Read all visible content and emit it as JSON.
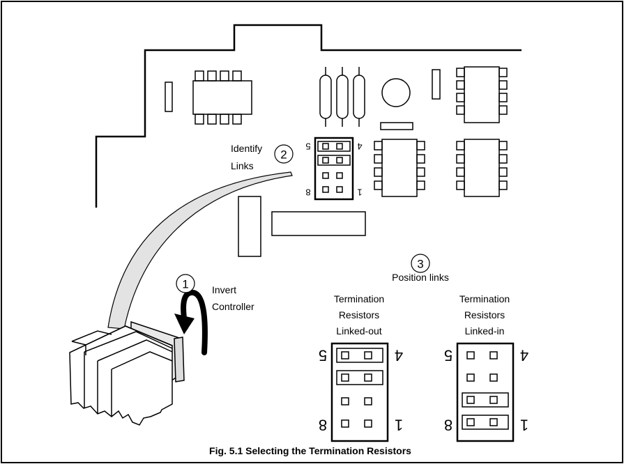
{
  "figure": {
    "caption": "Fig. 5.1 Selecting the Termination Resistors"
  },
  "steps": [
    {
      "number": "1",
      "label_lines": [
        "Invert",
        "Controller"
      ]
    },
    {
      "number": "2",
      "label_lines": [
        "Identify",
        "Links"
      ]
    },
    {
      "number": "3",
      "label_lines": [
        "Position links"
      ]
    }
  ],
  "board_link": {
    "pin_top_left": "5",
    "pin_top_right": "4",
    "pin_bottom_left": "8",
    "pin_bottom_right": "1"
  },
  "options": [
    {
      "label_lines": [
        "Termination",
        "Resistors",
        "Linked-out"
      ],
      "pin_top_left": "5",
      "pin_top_right": "4",
      "pin_bottom_left": "8",
      "pin_bottom_right": "1"
    },
    {
      "label_lines": [
        "Termination",
        "Resistors",
        "Linked-in"
      ],
      "pin_top_left": "5",
      "pin_top_right": "4",
      "pin_bottom_left": "8",
      "pin_bottom_right": "1"
    }
  ]
}
